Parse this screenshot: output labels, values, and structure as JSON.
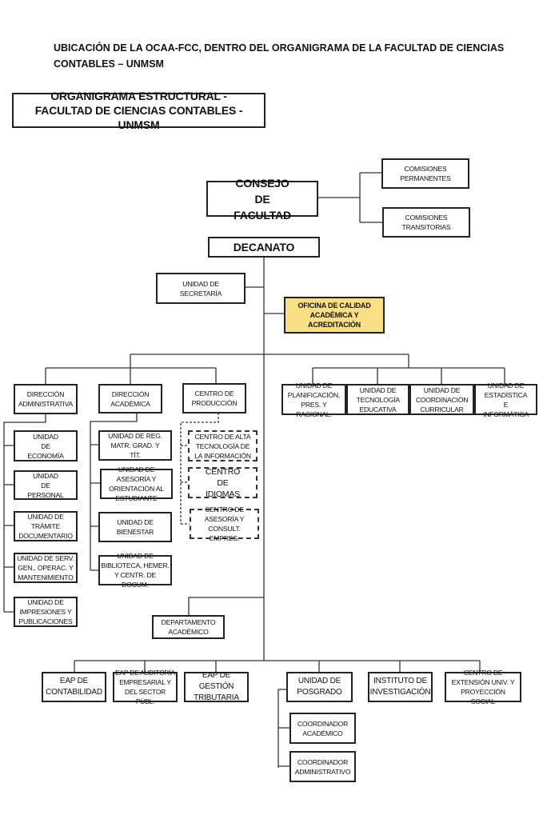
{
  "heading": {
    "line1": "UBICACIÓN DE LA OCAA-FCC,  DENTRO DEL ORGANIGRAMA DE LA FACULTAD DE CIENCIAS",
    "line2": "CONTABLES – UNMSM"
  },
  "title": "ORGANIGRAMA ESTRUCTURAL - FACULTAD DE CIENCIAS CONTABLES - UNMSM",
  "highlight_color": "#fbdf86",
  "nodes": {
    "consejo": "CONSEJO DE FACULTAD",
    "com_perm": "COMISIONES PERMANENTES",
    "com_trans": "COMISIONES TRANSITORIAS",
    "decanato": "DECANATO",
    "secretaria": "UNIDAD DE SECRETARÍA",
    "ocaa": "OFICINA DE CALIDAD ACADÉMICA Y ACREDITACIÓN",
    "dir_admin": "DIRECCIÓN ADMINISTRATIVA",
    "dir_acad": "DIRECCIÓN ACADÉMICA",
    "centro_prod": "CENTRO DE PRODUCCIÓN",
    "planif": "UNIDAD DE PLANIFICACIÓN, PRES. Y RACIONAL.",
    "tecno": "UNIDAD DE TECNOLOGÍA EDUCATIVA",
    "coord_curr": "UNIDAD DE COORDINACIÓN CURRICULAR",
    "estad": "UNIDAD DE ESTADÍSTICA E INFORMÁTICA",
    "admin_children": [
      "UNIDAD DE ECONOMÍA",
      "UNIDAD DE PERSONAL",
      "UNIDAD DE TRÁMITE DOCUMENTARIO",
      "UNIDAD DE SERV. GEN., OPERAC. Y MANTENIMIENTO",
      "UNIDAD DE IMPRESIONES Y PUBLICACIONES"
    ],
    "acad_children": [
      "UNIDAD DE REG. MATR. GRAD. Y TÍT.",
      "UNIDAD DE ASESORÍA Y ORIENTACIÓN AL ESTUDIANTE",
      "UNIDAD DE BIENESTAR",
      "UNIDAD DE BIBLIOTECA, HEMER. Y CENTR. DE DOCUM."
    ],
    "prod_children": [
      "CENTRO DE ALTA TECNOLOGÍA DE LA INFORMACIÓN",
      "CENTRO DE IDIOMAS",
      "CENTRO DE ASESORÍA Y CONSULT. EMPRES."
    ],
    "depto": "DEPARTAMENTO ACADÉMICO",
    "bottom": [
      "EAP DE CONTABILIDAD",
      "EAP DE AUDITORÍA EMPRESARIAL Y DEL SECTOR PÚBL.",
      "EAP DE GESTIÓN TRIBUTARIA",
      "UNIDAD DE POSGRADO",
      "INSTITUTO DE INVESTIGACIÓN",
      "CENTRO DE EXTENSIÓN UNIV. Y PROYECCIÓN SOCIAL"
    ],
    "posgrado_children": [
      "COORDINADOR ACADÉMICO",
      "COORDINADOR ADMINISTRATIVO"
    ]
  }
}
